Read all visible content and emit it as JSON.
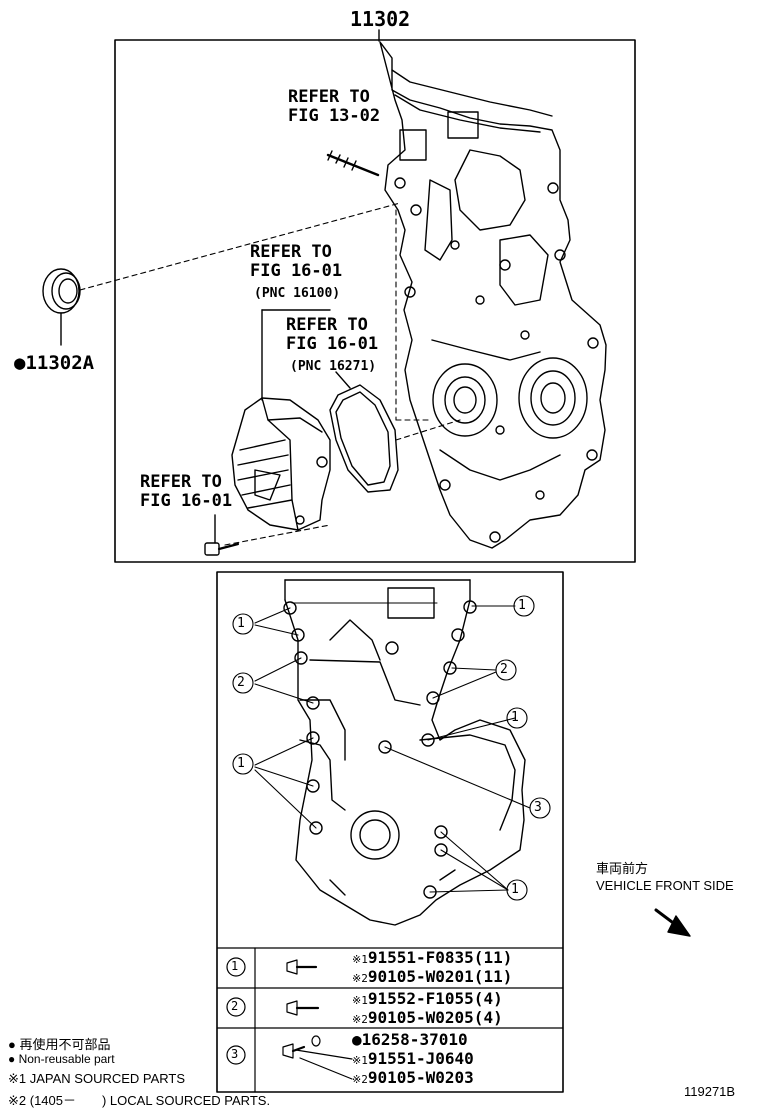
{
  "title_part": "11302",
  "seal_part": "11302A",
  "refs": {
    "top": [
      "REFER TO",
      "FIG 13-02"
    ],
    "pump": [
      "REFER TO",
      "FIG 16-01",
      "(PNC 16100)"
    ],
    "gasket": [
      "REFER TO",
      "FIG 16-01",
      "(PNC 16271)"
    ],
    "bolt": [
      "REFER TO",
      "FIG 16-01"
    ]
  },
  "callouts": {
    "one": "1",
    "two": "2",
    "three": "3"
  },
  "table": {
    "rows": [
      {
        "id": "1",
        "lines": [
          {
            "mark": "※1",
            "text": "91551-F0835(11)"
          },
          {
            "mark": "※2",
            "text": "90105-W0201(11)"
          }
        ]
      },
      {
        "id": "2",
        "lines": [
          {
            "mark": "※1",
            "text": "91552-F1055(4)"
          },
          {
            "mark": "※2",
            "text": "90105-W0205(4)"
          }
        ]
      },
      {
        "id": "3",
        "lines": [
          {
            "mark": "●",
            "text": "16258-37010"
          },
          {
            "mark": "※1",
            "text": "91551-J0640"
          },
          {
            "mark": "※2",
            "text": "90105-W0203"
          }
        ]
      }
    ]
  },
  "direction": {
    "jp": "車両前方",
    "en": "VEHICLE FRONT SIDE"
  },
  "legend": [
    "● 再使用不可部品",
    "● Non-reusable part",
    "※1 JAPAN SOURCED PARTS",
    "※2 (1405－　　) LOCAL SOURCED PARTS."
  ],
  "figure_id": "119271B"
}
